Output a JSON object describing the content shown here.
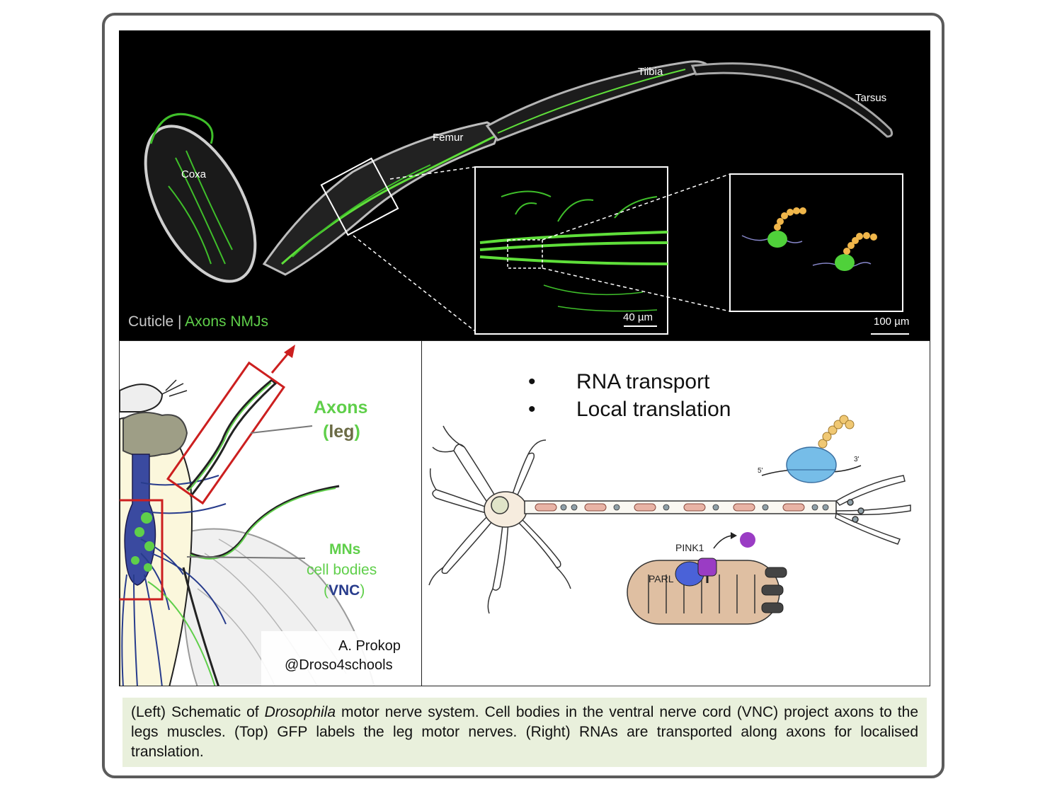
{
  "top_panel": {
    "segments": {
      "coxa": "Coxa",
      "femur": "Femur",
      "tibia": "Tiibia",
      "tarsus": "Tarsus"
    },
    "legend_cuticle": "Cuticle",
    "legend_sep": " | ",
    "legend_axons": "Axons NMJs",
    "scale_40": "40 µm",
    "scale_100": "100 µm"
  },
  "left_panel": {
    "axons_label": "Axons",
    "leg_open": "(",
    "leg_label": "leg",
    "leg_close": ")",
    "mns_label": "MNs",
    "cell_bodies": "cell bodies",
    "vnc_open": "(",
    "vnc_label": "VNC",
    "vnc_close": ")",
    "credit_name": "A. Prokop",
    "credit_handle": "@Droso4schools"
  },
  "right_panel": {
    "bullets": [
      "RNA transport",
      "Local translation"
    ],
    "five_prime": "5'",
    "three_prime": "3'",
    "pink1": "PINK1",
    "parl": "PARL"
  },
  "caption": {
    "part1": "(Left) Schematic of ",
    "italic": "Drosophila",
    "part2": " motor nerve system. Cell bodies in the ventral nerve cord (VNC) project axons to the legs muscles. (Top) GFP labels the leg motor nerves. (Right) RNAs are transported along axons for localised translation."
  },
  "colors": {
    "green": "#5fcf4a",
    "navy": "#283c8c",
    "red": "#cc1f1f",
    "olive": "#6b6b45",
    "caption_bg": "#e9f0dc"
  }
}
